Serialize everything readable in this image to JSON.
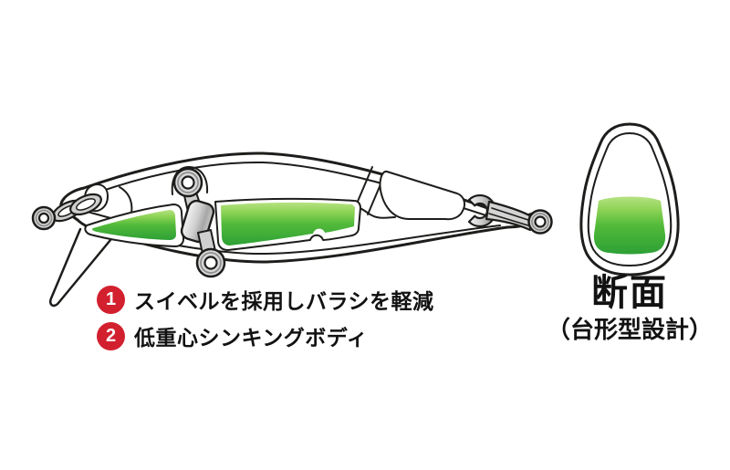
{
  "annotations": [
    {
      "number": "1",
      "text": "スイベルを採用しバラシを軽減"
    },
    {
      "number": "2",
      "text": "低重心シンキングボディ"
    }
  ],
  "cross_section": {
    "title": "断面",
    "subtitle": "（台形型設計）"
  },
  "colors": {
    "background": "#ffffff",
    "outline": "#1d1d1b",
    "badge_red": "#d2202f",
    "ballast_green_top": "#a8dc6e",
    "ballast_green_bottom": "#2da035",
    "metal_gray": "#cfcfcf",
    "text": "#121212"
  }
}
